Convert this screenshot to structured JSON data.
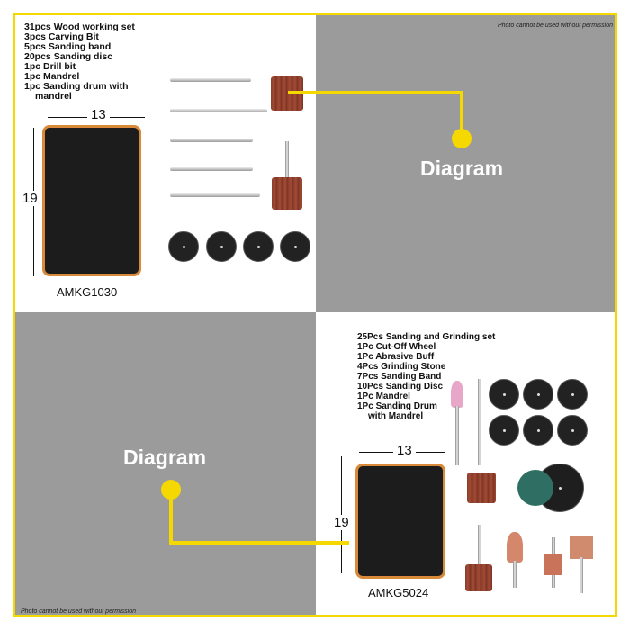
{
  "top_left": {
    "title": "31pcs Wood working set",
    "items": [
      "3pcs Carving Bit",
      "5pcs Sanding band",
      "20pcs Sanding disc",
      "1pc Drill bit",
      "1pc Mandrel",
      "1pc Sanding drum with"
    ],
    "item_cont": "mandrel",
    "width_label": "13",
    "height_label": "19",
    "model": "AMKG1030"
  },
  "top_right": {
    "note": "Photo cannot be used without permission",
    "diagram_label": "Diagram"
  },
  "bottom_left": {
    "diagram_label": "Diagram",
    "note": "Photo cannot be used without permission"
  },
  "bottom_right": {
    "title": "25Pcs Sanding and Grinding set",
    "items": [
      "1Pc Cut-Off Wheel",
      "1Pc Abrasive Buff",
      "4Pcs Grinding Stone",
      "7Pcs Sanding Band",
      "10Pcs Sanding Disc",
      "1Pc Mandrel",
      "1Pc Sanding Drum"
    ],
    "item_cont": "with Mandrel",
    "width_label": "13",
    "height_label": "19",
    "model": "AMKG5024"
  },
  "colors": {
    "accent": "#f5d800",
    "gray": "#9b9b9b"
  }
}
